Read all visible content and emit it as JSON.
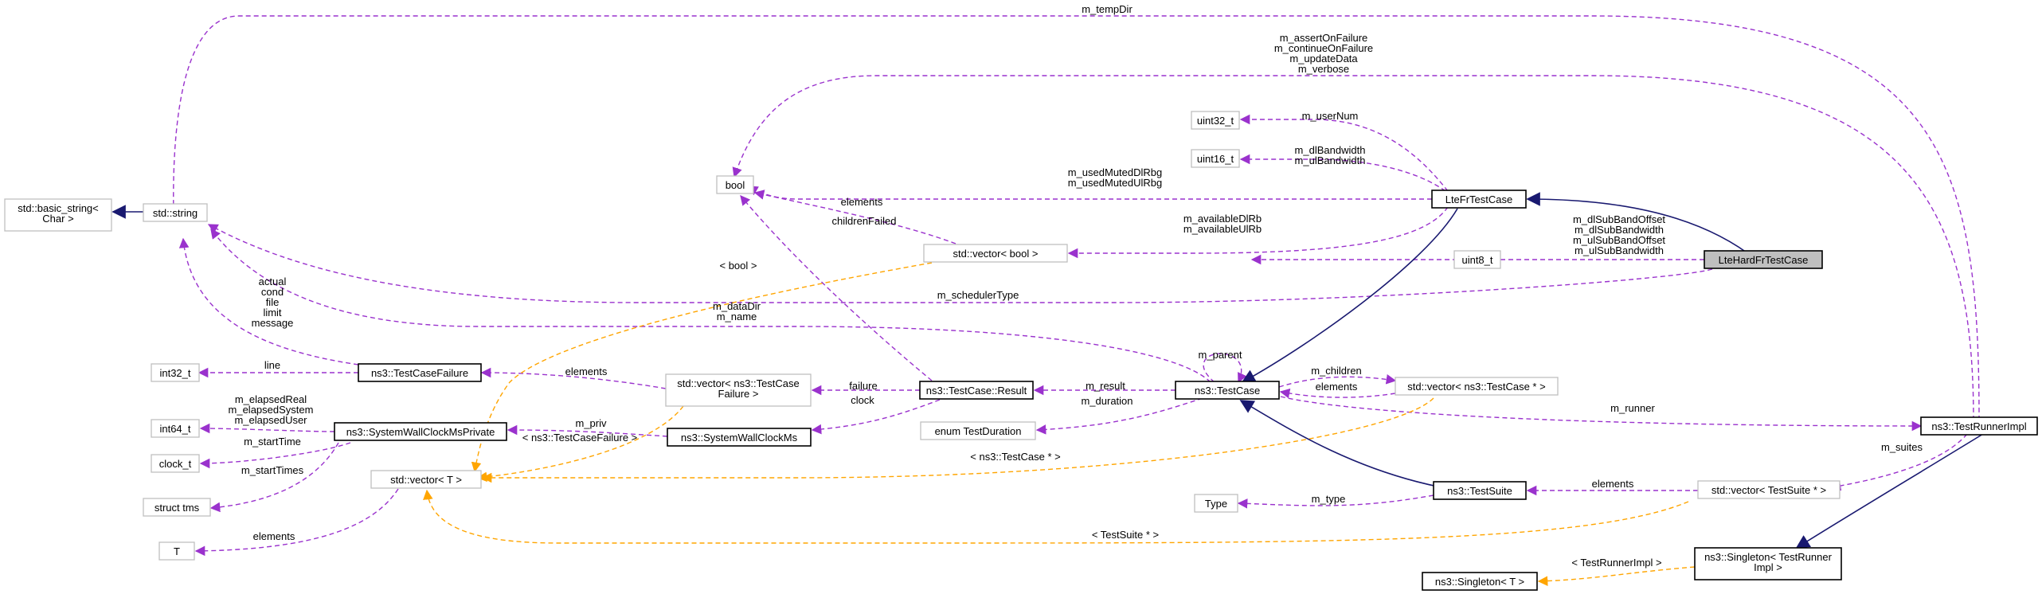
{
  "nodes": {
    "basic_string": "std::basic_string<\nChar >",
    "std_string": "std::string",
    "int32": "int32_t",
    "int64": "int64_t",
    "clock_t": "clock_t",
    "struct_tms": "struct tms",
    "T": "T",
    "bool": "bool",
    "uint32": "uint32_t",
    "uint16": "uint16_t",
    "uint8": "uint8_t",
    "vector_bool": "std::vector< bool >",
    "vector_failure": "std::vector< ns3::TestCase\nFailure >",
    "enum_duration": "enum TestDuration",
    "type": "Type",
    "vector_T": "std::vector< T >",
    "test_case_failure": "ns3::TestCaseFailure",
    "system_private": "ns3::SystemWallClockMsPrivate",
    "system_ms": "ns3::SystemWallClockMs",
    "result": "ns3::TestCase::Result",
    "test_case": "ns3::TestCase",
    "test_suite": "ns3::TestSuite",
    "lte_fr": "LteFrTestCase",
    "lte_hard": "LteHardFrTestCase",
    "vector_testcase": "std::vector< ns3::TestCase * >",
    "vector_suite": "std::vector< TestSuite * >",
    "runner_impl": "ns3::TestRunnerImpl",
    "singleton_runner": "ns3::Singleton< TestRunner\nImpl >",
    "singleton_T": "ns3::Singleton< T >"
  },
  "edge_labels": {
    "tempDir": "m_tempDir",
    "runner_bools": "m_assertOnFailure\nm_continueOnFailure\nm_updateData\nm_verbose",
    "userNum": "m_userNum",
    "bandwidth": "m_dlBandwidth\nm_ulBandwidth",
    "muted": "m_usedMutedDlRbg\nm_usedMutedUlRbg",
    "vb_elements": "elements",
    "available": "m_availableDlRb\nm_availableUlRb",
    "subband": "m_dlSubBandOffset\nm_dlSubBandwidth\nm_ulSubBandOffset\nm_ulSubBandwidth",
    "scheduler": "m_schedulerType",
    "children_failed": "childrenFailed",
    "bool_tmpl": "< bool >",
    "dirs": "m_dataDir\nm_name",
    "failure_fields": "actual\ncond\nfile\nlimit\nmessage",
    "line": "line",
    "parent": "m_parent",
    "children": "m_children",
    "tc_elements": "elements",
    "failure_elements": "elements",
    "failure": "failure",
    "result": "m_result",
    "elapsed": "m_elapsedReal\nm_elapsedSystem\nm_elapsedUser",
    "priv": "m_priv",
    "clock": "clock",
    "duration": "m_duration",
    "runner": "m_runner",
    "startTime": "m_startTime",
    "startTimes": "m_startTimes",
    "tcf_tmpl": "< ns3::TestCaseFailure >",
    "tc_ptr_tmpl": "< ns3::TestCase * >",
    "suites": "m_suites",
    "type": "m_type",
    "suite_elements": "elements",
    "t_elements": "elements",
    "suite_tmpl": "< TestSuite * >",
    "runner_tmpl": "< TestRunnerImpl >"
  },
  "colors": {
    "member_edge": "#9a32cd",
    "template_edge": "#ffa500",
    "inherit_edge": "#191970",
    "focus_fill": "#bfbfbf",
    "node_border_grey": "#bfbfbf"
  }
}
